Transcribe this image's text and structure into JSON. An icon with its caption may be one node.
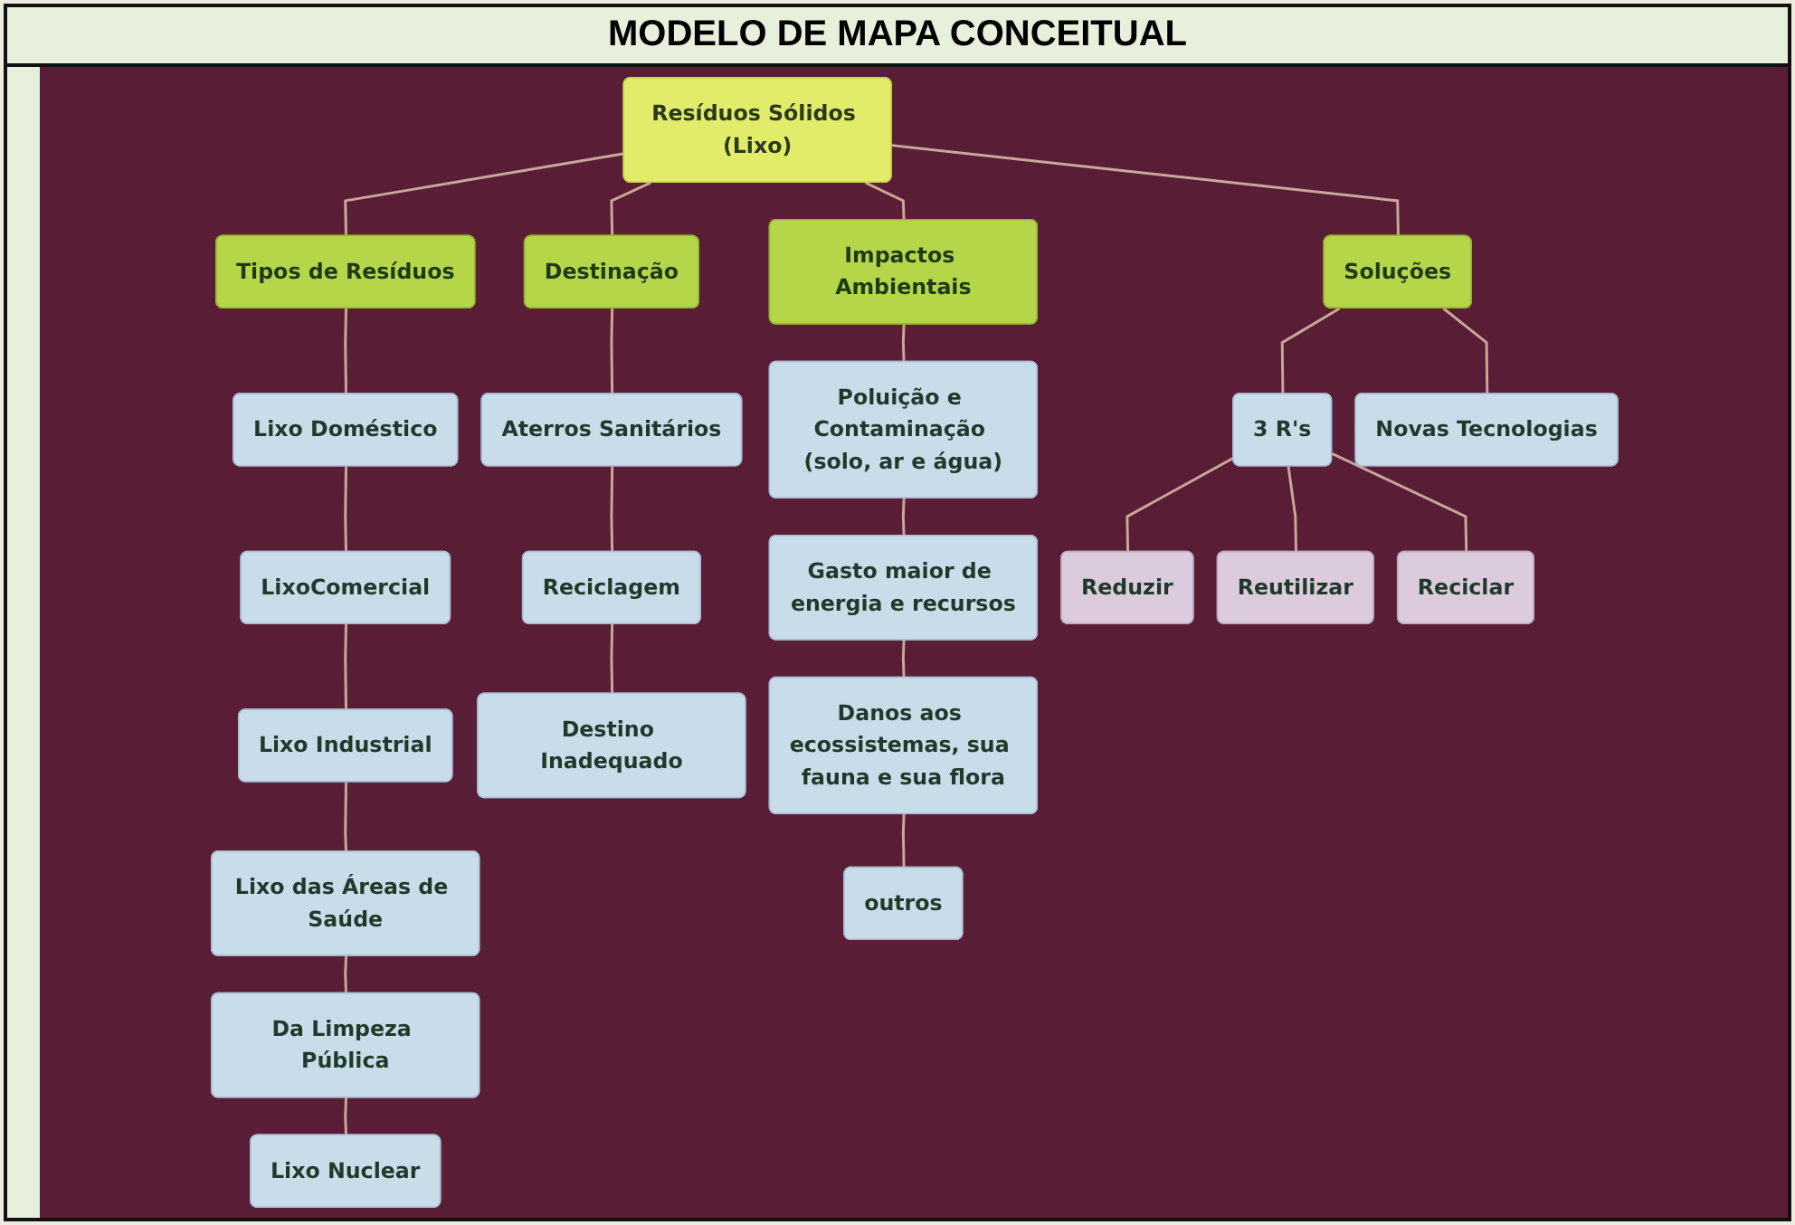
{
  "diagram": {
    "title": "MODELO DE MAPA CONCEITUAL",
    "nodes": [
      {
        "text": [
          "Resíduos Sólidos (Lixo)"
        ]
      },
      {
        "text": [
          "Tipos de Resíduos"
        ]
      },
      {
        "text": [
          "Destinação"
        ]
      },
      {
        "text": [
          "Impactos Ambientais"
        ]
      },
      {
        "text": [
          "Soluções"
        ]
      },
      {
        "text": [
          "Lixo Doméstico"
        ]
      },
      {
        "text": [
          "LixoComercial"
        ]
      },
      {
        "text": [
          "Lixo Industrial"
        ]
      },
      {
        "text": [
          "Lixo das Áreas de Saúde"
        ]
      },
      {
        "text": [
          "Da Limpeza Pública"
        ]
      },
      {
        "text": [
          "Lixo Nuclear"
        ]
      },
      {
        "text": [
          "Aterros Sanitários"
        ]
      },
      {
        "text": [
          "Reciclagem"
        ]
      },
      {
        "text": [
          "Destino Inadequado"
        ]
      },
      {
        "text": [
          "Poluição e Contaminação (solo, ar e água)"
        ]
      },
      {
        "text": [
          "Gasto maior de energia e recursos"
        ]
      },
      {
        "text": [
          "Danos aos ecossistemas, sua fauna e sua flora"
        ]
      },
      {
        "text": [
          "outros"
        ]
      },
      {
        "text": [
          "3 R's"
        ]
      },
      {
        "text": [
          "Novas Tecnologias"
        ]
      },
      {
        "text": [
          "Reduzir"
        ]
      },
      {
        "text": [
          "Reutilizar"
        ]
      },
      {
        "text": [
          "Reciclar"
        ]
      }
    ],
    "edges": [
      {
        "from": 0,
        "to": 1,
        "arrow": "none"
      },
      {
        "from": 0,
        "to": 2,
        "arrow": "none"
      },
      {
        "from": 0,
        "to": 3,
        "arrow": "none"
      },
      {
        "from": 0,
        "to": 4,
        "arrow": "none"
      },
      {
        "from": 1,
        "to": 5,
        "arrow": "none"
      },
      {
        "from": 5,
        "to": 6,
        "arrow": "none"
      },
      {
        "from": 6,
        "to": 7,
        "arrow": "none"
      },
      {
        "from": 7,
        "to": 8,
        "arrow": "none"
      },
      {
        "from": 8,
        "to": 9,
        "arrow": "none"
      },
      {
        "from": 9,
        "to": 10,
        "arrow": "none"
      },
      {
        "from": 2,
        "to": 11,
        "arrow": "none"
      },
      {
        "from": 11,
        "to": 12,
        "arrow": "none"
      },
      {
        "from": 12,
        "to": 13,
        "arrow": "none"
      },
      {
        "from": 3,
        "to": 14,
        "arrow": "none"
      },
      {
        "from": 14,
        "to": 15,
        "arrow": "none"
      },
      {
        "from": 15,
        "to": 16,
        "arrow": "none"
      },
      {
        "from": 16,
        "to": 17,
        "arrow": "none"
      },
      {
        "from": 4,
        "to": 18,
        "arrow": "none"
      },
      {
        "from": 4,
        "to": 19,
        "arrow": "none"
      },
      {
        "from": 18,
        "to": 20,
        "arrow": "none"
      },
      {
        "from": 18,
        "to": 21,
        "arrow": "none"
      },
      {
        "from": 18,
        "to": 22,
        "arrow": "none"
      }
    ]
  }
}
